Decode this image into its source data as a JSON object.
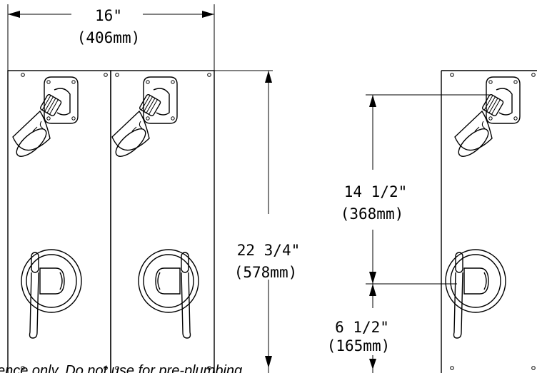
{
  "dimensions": {
    "width": {
      "imperial": "16\"",
      "metric": "(406mm)"
    },
    "height": {
      "imperial": "22  3/4\"",
      "metric": "(578mm)"
    },
    "head_height": {
      "imperial": "14  1/2\"",
      "metric": "(368mm)"
    },
    "valve_height": {
      "imperial": "6  1/2\"",
      "metric": "(165mm)"
    }
  },
  "footer_note": "ence only. Do not use for pre-plumbing"
}
